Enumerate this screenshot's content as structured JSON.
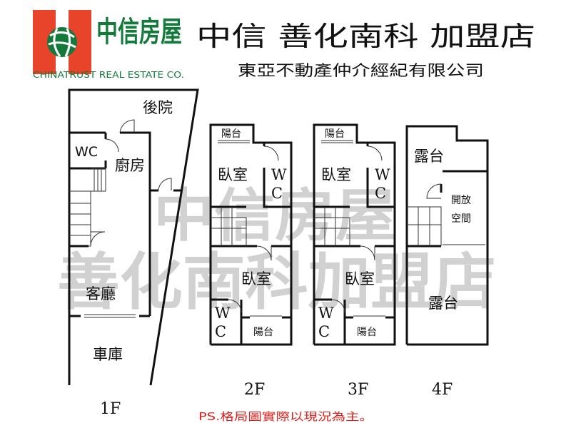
{
  "header": {
    "logo_cn": "中信房屋",
    "logo_en": "CHINATRUST REAL ESTATE CO.",
    "title": "中信  善化南科  加盟店",
    "subtitle": "東亞不動產仲介經紀有限公司"
  },
  "watermark": {
    "line1": "中信房屋",
    "line2": "善化南科加盟店"
  },
  "colors": {
    "brand_red": "#e8432b",
    "brand_green": "#137a3c",
    "note_red": "#e0201a"
  },
  "floors": {
    "f1": {
      "label": "1F",
      "rooms": [
        "後院",
        "WC",
        "廚房",
        "客廳",
        "車庫"
      ]
    },
    "f2": {
      "label": "2F",
      "rooms": [
        "陽台",
        "臥室",
        "W",
        "C",
        "臥室",
        "W",
        "C",
        "陽台"
      ]
    },
    "f3": {
      "label": "3F",
      "rooms": [
        "陽台",
        "臥室",
        "W",
        "C",
        "臥室",
        "W",
        "C",
        "陽台"
      ]
    },
    "f4": {
      "label": "4F",
      "rooms": [
        "露台",
        "開放",
        "空間",
        "露台"
      ]
    }
  },
  "footer": {
    "note": "PS.格局圖實際以現況為主。"
  }
}
